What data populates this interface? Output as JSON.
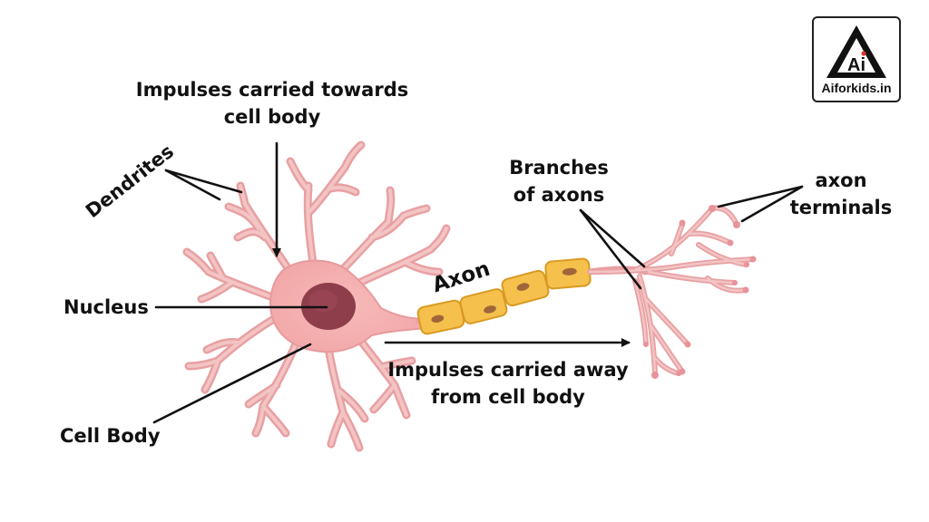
{
  "labels": {
    "impulses_towards_line1": "Impulses carried towards",
    "impulses_towards_line2": "cell body",
    "dendrites": "Dendrites",
    "nucleus": "Nucleus",
    "cell_body": "Cell Body",
    "axon": "Axon",
    "branches_line1": "Branches",
    "branches_line2": "of axons",
    "terminals_line1": "axon",
    "terminals_line2": "terminals",
    "impulses_away_line1": "Impulses carried away",
    "impulses_away_line2": "from cell body"
  },
  "logo": {
    "text": "Aiforkids.in",
    "mark_text": "Ai"
  },
  "colors": {
    "cell_body": "#f6b7b7",
    "cell_outline": "#e79a9c",
    "nucleus": "#8e3d4a",
    "myelin": "#f5c04c",
    "myelin_outline": "#d99a23",
    "myelin_spot": "#a0663a",
    "arrow": "#111111",
    "logo_accent": "#d9342b"
  }
}
